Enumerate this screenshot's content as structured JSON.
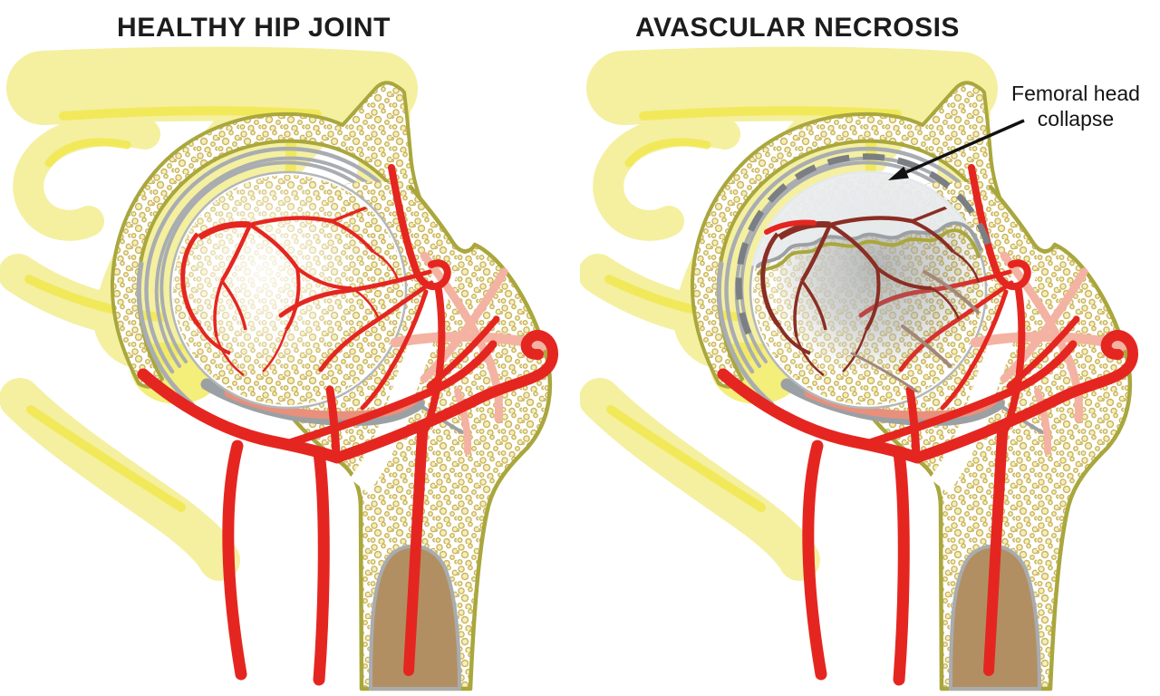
{
  "panels": [
    {
      "id": "healthy",
      "title": "HEALTHY HIP JOINT"
    },
    {
      "id": "necrosis",
      "title": "AVASCULAR NECROSIS",
      "annotation": "Femoral head collapse"
    }
  ],
  "palette": {
    "canvas": "#ffffff",
    "ink": "#1c1c1c",
    "pelvis": "#f4f0a0",
    "pelvis_highlight": "#f0e84e",
    "bone_outline": "#a9a73d",
    "speckle_ring": "#c9b45f",
    "speckle_fill": "#f5eeb8",
    "cartilage": "#a9adb1",
    "head_outline": "#b3b7ba",
    "artery": "#e52620",
    "vessel_pink": "#f4b2a2",
    "ligament_salmon": "#e8907c",
    "band_gray": "#9ba0a4",
    "marrow_brown": "#b28f63",
    "marrow_outline": "#a9acae",
    "necrotic_vessel": "#8a2e25",
    "necrotic_faded": "#a28879",
    "collapse_gap": "#e9edef",
    "collapse_dash": "#7b7f83"
  }
}
